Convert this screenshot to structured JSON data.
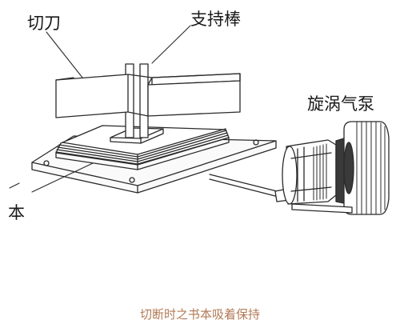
{
  "labels": {
    "cutter": "切刀",
    "support_rod": "支持棒",
    "vortex_pump": "旋涡气泵",
    "book": "本"
  },
  "caption": "切断时之书本吸着保持",
  "colors": {
    "line": "#2a2a2a",
    "caption": "#b07a55",
    "pump_dark": "#3a3a3a"
  }
}
